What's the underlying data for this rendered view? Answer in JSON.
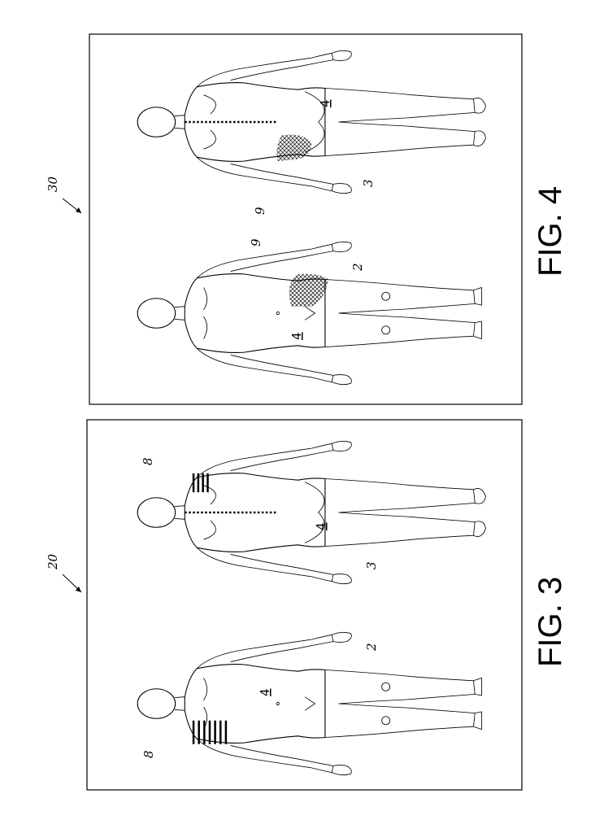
{
  "sheet": {
    "figures": [
      {
        "id": "fig3",
        "caption": "FIG. 3",
        "ref": "20",
        "labels": {
          "front_marker": "2",
          "back_marker": "3",
          "front_region": "4",
          "back_region": "4",
          "region_shoulder_front": "8",
          "region_shoulder_back": "8"
        }
      },
      {
        "id": "fig4",
        "caption": "FIG. 4",
        "ref": "30",
        "labels": {
          "front_marker": "2",
          "back_marker": "3",
          "front_region": "4",
          "back_region": "4",
          "region_hip_front": "9",
          "region_hip_back": "9"
        }
      }
    ]
  }
}
